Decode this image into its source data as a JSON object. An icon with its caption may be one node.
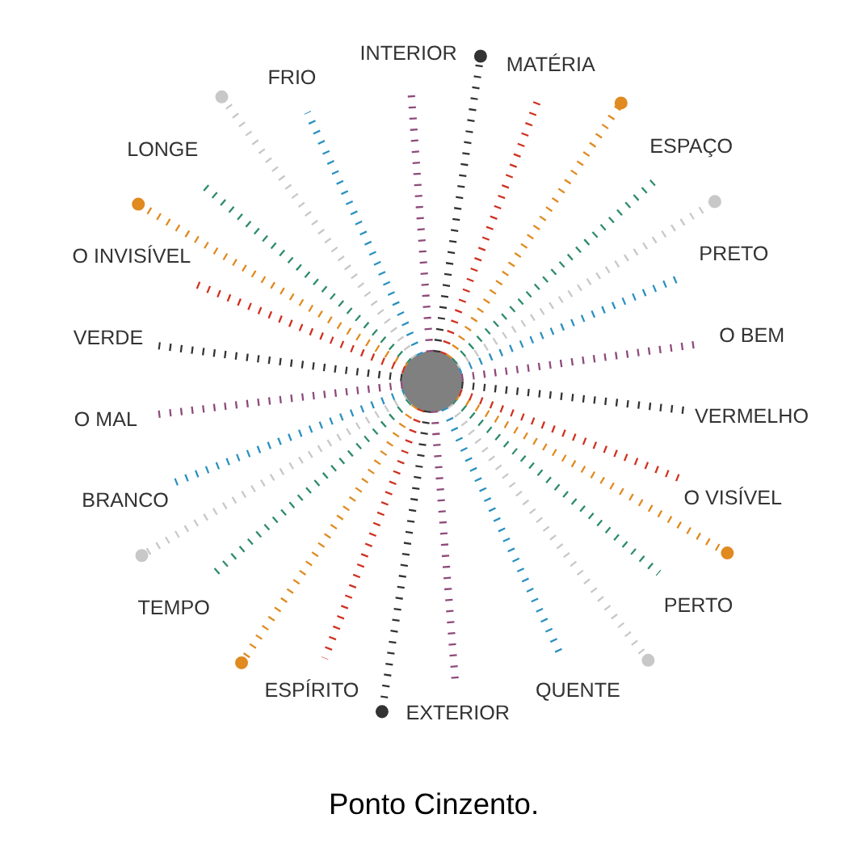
{
  "diagram": {
    "caption": "Ponto Cinzento.",
    "nodes": [
      {
        "text": [],
        "shape": "circle"
      },
      {
        "text": [
          "O BEM"
        ]
      },
      {
        "text": [
          "PRETO"
        ]
      },
      {
        "text": [],
        "shape": "circle"
      },
      {
        "text": [
          "ESPAÇO"
        ]
      },
      {
        "text": [],
        "shape": "circle"
      },
      {
        "text": [
          "MATÉRIA"
        ]
      },
      {
        "text": [],
        "shape": "circle"
      },
      {
        "text": [
          "INTERIOR"
        ]
      },
      {
        "text": [
          "FRIO"
        ]
      },
      {
        "text": [],
        "shape": "circle"
      },
      {
        "text": [
          "LONGE"
        ]
      },
      {
        "text": [],
        "shape": "circle"
      },
      {
        "text": [
          "O INVISÍVEL"
        ]
      },
      {
        "text": [
          "VERDE"
        ]
      },
      {
        "text": [
          "O MAL"
        ]
      },
      {
        "text": [
          "BRANCO"
        ]
      },
      {
        "text": [],
        "shape": "circle"
      },
      {
        "text": [
          "TEMPO"
        ]
      },
      {
        "text": [],
        "shape": "circle"
      },
      {
        "text": [
          "ESPÍRITO"
        ]
      },
      {
        "text": [],
        "shape": "circle"
      },
      {
        "text": [
          "EXTERIOR"
        ]
      },
      {
        "text": [
          "QUENTE"
        ]
      },
      {
        "text": [],
        "shape": "circle"
      },
      {
        "text": [
          "PERTO"
        ]
      },
      {
        "text": [],
        "shape": "circle"
      },
      {
        "text": [
          "O VISÍVEL"
        ]
      },
      {
        "text": [
          "VERMELHO"
        ]
      }
    ],
    "edges": [
      {
        "from": 0,
        "to": 1,
        "arrow": "none",
        "color": "#8e4a7a"
      },
      {
        "from": 0,
        "to": 2,
        "arrow": "none",
        "color": "#2a90c0"
      },
      {
        "from": 0,
        "to": 3,
        "arrow": "none",
        "color": "#c8c8c8"
      },
      {
        "from": 0,
        "to": 4,
        "arrow": "none",
        "color": "#2e8b6a"
      },
      {
        "from": 0,
        "to": 5,
        "arrow": "none",
        "color": "#e08a20"
      },
      {
        "from": 0,
        "to": 6,
        "arrow": "none",
        "color": "#d03020"
      },
      {
        "from": 0,
        "to": 7,
        "arrow": "none",
        "color": "#333333"
      },
      {
        "from": 0,
        "to": 8,
        "arrow": "none",
        "color": "#8e4a7a"
      },
      {
        "from": 0,
        "to": 9,
        "arrow": "none",
        "color": "#2a90c0"
      },
      {
        "from": 0,
        "to": 10,
        "arrow": "none",
        "color": "#c8c8c8"
      },
      {
        "from": 0,
        "to": 11,
        "arrow": "none",
        "color": "#2e8b6a"
      },
      {
        "from": 0,
        "to": 12,
        "arrow": "none",
        "color": "#e08a20"
      },
      {
        "from": 0,
        "to": 13,
        "arrow": "none",
        "color": "#d03020"
      },
      {
        "from": 0,
        "to": 14,
        "arrow": "none",
        "color": "#333333"
      },
      {
        "from": 0,
        "to": 15,
        "arrow": "none",
        "color": "#8e4a7a"
      },
      {
        "from": 0,
        "to": 16,
        "arrow": "none",
        "color": "#2a90c0"
      },
      {
        "from": 0,
        "to": 17,
        "arrow": "none",
        "color": "#c8c8c8"
      },
      {
        "from": 0,
        "to": 18,
        "arrow": "none",
        "color": "#2e8b6a"
      },
      {
        "from": 0,
        "to": 19,
        "arrow": "none",
        "color": "#e08a20"
      },
      {
        "from": 0,
        "to": 20,
        "arrow": "none",
        "color": "#d03020"
      },
      {
        "from": 0,
        "to": 21,
        "arrow": "none",
        "color": "#333333"
      },
      {
        "from": 0,
        "to": 22,
        "arrow": "none",
        "color": "#8e4a7a"
      },
      {
        "from": 0,
        "to": 23,
        "arrow": "none",
        "color": "#2a90c0"
      },
      {
        "from": 0,
        "to": 24,
        "arrow": "none",
        "color": "#c8c8c8"
      },
      {
        "from": 0,
        "to": 25,
        "arrow": "none",
        "color": "#2e8b6a"
      },
      {
        "from": 0,
        "to": 26,
        "arrow": "none",
        "color": "#e08a20"
      },
      {
        "from": 0,
        "to": 27,
        "arrow": "none",
        "color": "#d03020"
      },
      {
        "from": 0,
        "to": 28,
        "arrow": "none",
        "color": "#333333"
      }
    ]
  }
}
